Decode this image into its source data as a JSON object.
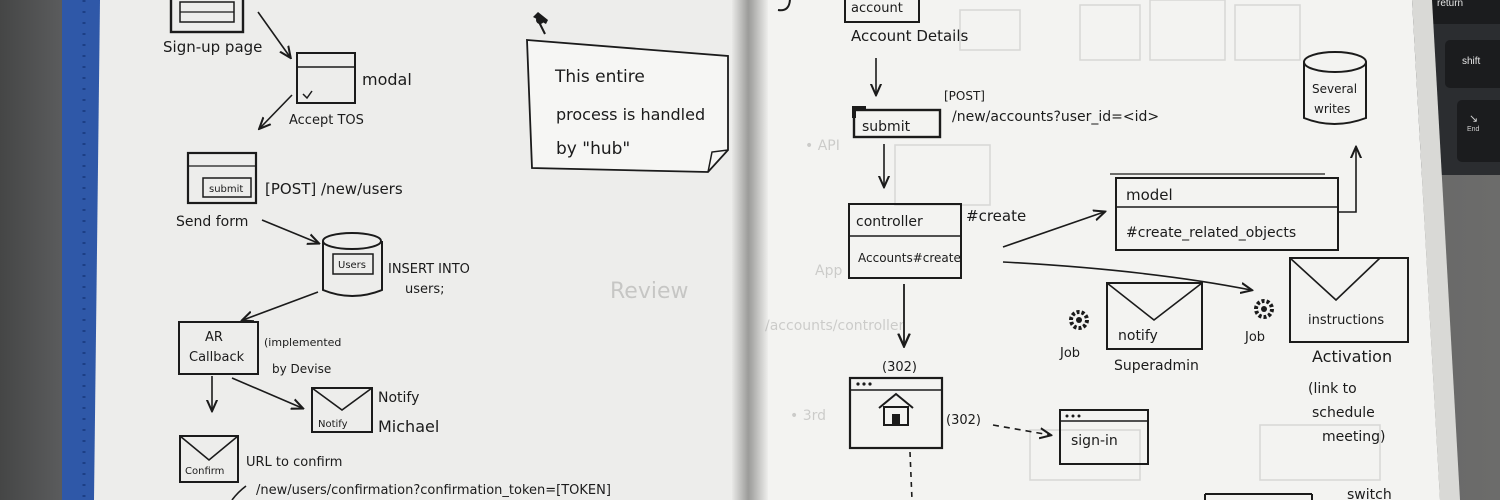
{
  "keyboard": {
    "return_label": "return",
    "shift_label": "shift",
    "end_label": "End"
  },
  "left_page": {
    "signup_page": "Sign-up page",
    "modal": "modal",
    "accept_tos": "Accept TOS",
    "submit": "submit",
    "post_new_users": "[POST] /new/users",
    "send_form": "Send form",
    "users_db": "Users",
    "insert_into": "INSERT INTO",
    "users_semicolon": "users;",
    "ar_callback_1": "AR",
    "ar_callback_2": "Callback",
    "implemented_1": "(implemented",
    "implemented_2": "by Devise",
    "notify": "Notify",
    "notify_michael_1": "Notify",
    "notify_michael_2": "Michael",
    "confirm": "Confirm",
    "url_to_confirm": "URL to confirm",
    "confirmation_url": "/new/users/confirmation?confirmation_token=[TOKEN]"
  },
  "note": {
    "line1": "This entire",
    "line2": "process is handled",
    "line3": "by \"hub\""
  },
  "right_page": {
    "account": "account",
    "account_details": "Account Details",
    "post_tag": "[POST]",
    "submit": "submit",
    "post_accounts": "/new/accounts?user_id=<id>",
    "several_1": "Several",
    "several_2": "writes",
    "controller": "controller",
    "create_tag": "#create",
    "accounts_create": "Accounts#create",
    "model": "model",
    "create_related": "#create_related_objects",
    "job_1": "Job",
    "notify": "notify",
    "superadmin": "Superadmin",
    "job_2": "Job",
    "instructions": "instructions",
    "activation": "Activation",
    "link_1": "(link to",
    "link_2": "schedule",
    "link_3": "meeting)",
    "code_302_a": "(302)",
    "code_302_b": "(302)",
    "sign_in": "sign-in",
    "switch": "switch"
  }
}
